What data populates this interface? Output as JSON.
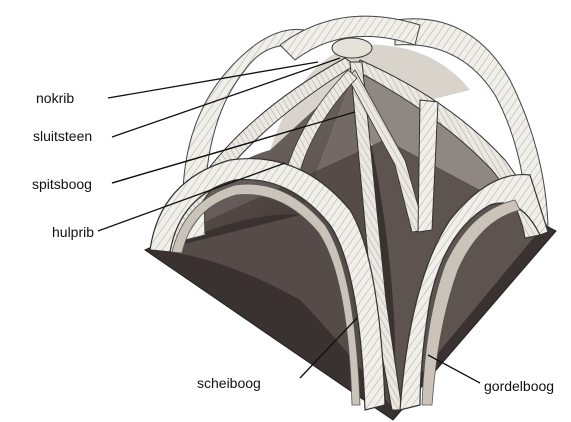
{
  "labels": {
    "nokrib": "nokrib",
    "sluitsteen": "sluitsteen",
    "spitsboog": "spitsboog",
    "hulprib": "hulprib",
    "scheiboog": "scheiboog",
    "gordelboog": "gordelboog"
  },
  "colors": {
    "floor": "#3a3230",
    "shadow": "#5b504c",
    "rib_fill": "#f1efe9",
    "rib_hatch": "#8a8580",
    "leader_line": "#111111"
  }
}
